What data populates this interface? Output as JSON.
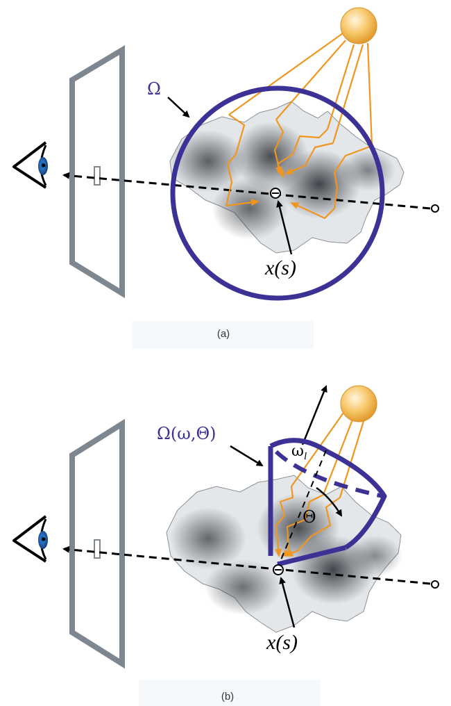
{
  "panel_a": {
    "caption": "(a)",
    "omega_label": "Ω",
    "point_label": "x(s)"
  },
  "panel_b": {
    "caption": "(b)",
    "cone_label": "Ω(ω,Θ)",
    "light_dir_label": "ω",
    "light_dir_subscript": "l",
    "angle_label": "Θ",
    "point_label": "x(s)"
  },
  "colors": {
    "boundary": "#3c3296",
    "light_paths": "#f0961e",
    "screen": "#7e8790",
    "sun": "#f3b455",
    "eye_iris": "#2a78c8"
  }
}
